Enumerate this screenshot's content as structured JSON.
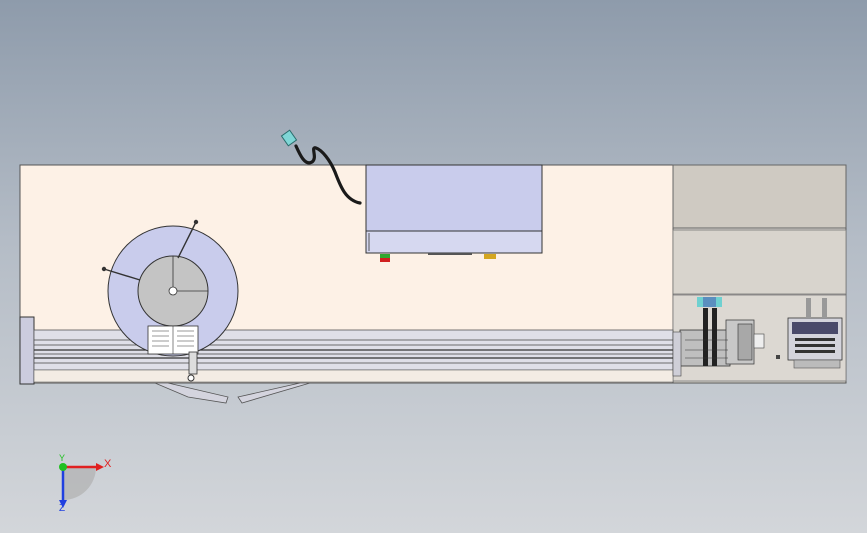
{
  "viewport": {
    "background_top": "#8e9bab",
    "background_bottom": "#d3d6da"
  },
  "model": {
    "body_color": "#fdf1e6",
    "panel_color": "#c9ccec",
    "housing_color": "#d4cfc8",
    "rail_color": "#dcdce8",
    "disc_color": "#c9ccec",
    "hub_color": "#c4c4c4",
    "cable_color": "#1a1a1a",
    "connector_color": "#7fd6d6"
  },
  "triad": {
    "x_label": "X",
    "y_label": "Y",
    "z_label": "Z",
    "x_color": "#e02020",
    "y_color": "#20c020",
    "z_color": "#2040e0"
  }
}
